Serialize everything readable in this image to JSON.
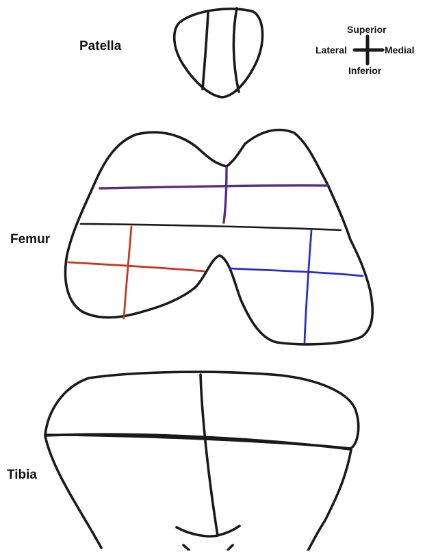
{
  "regions": {
    "patella": "Patella",
    "femur": "Femur",
    "tibia": "Tibia"
  },
  "orientation": {
    "superior": "Superior",
    "inferior": "Inferior",
    "lateral": "Lateral",
    "medial": "Medial"
  },
  "colors": {
    "outline": "#1a1a1a",
    "femur_upper_line": "#5a2a86",
    "femur_lateral_condyle_lines": "#c23a22",
    "femur_medial_condyle_lines": "#2630c9",
    "background": "#ffffff"
  }
}
